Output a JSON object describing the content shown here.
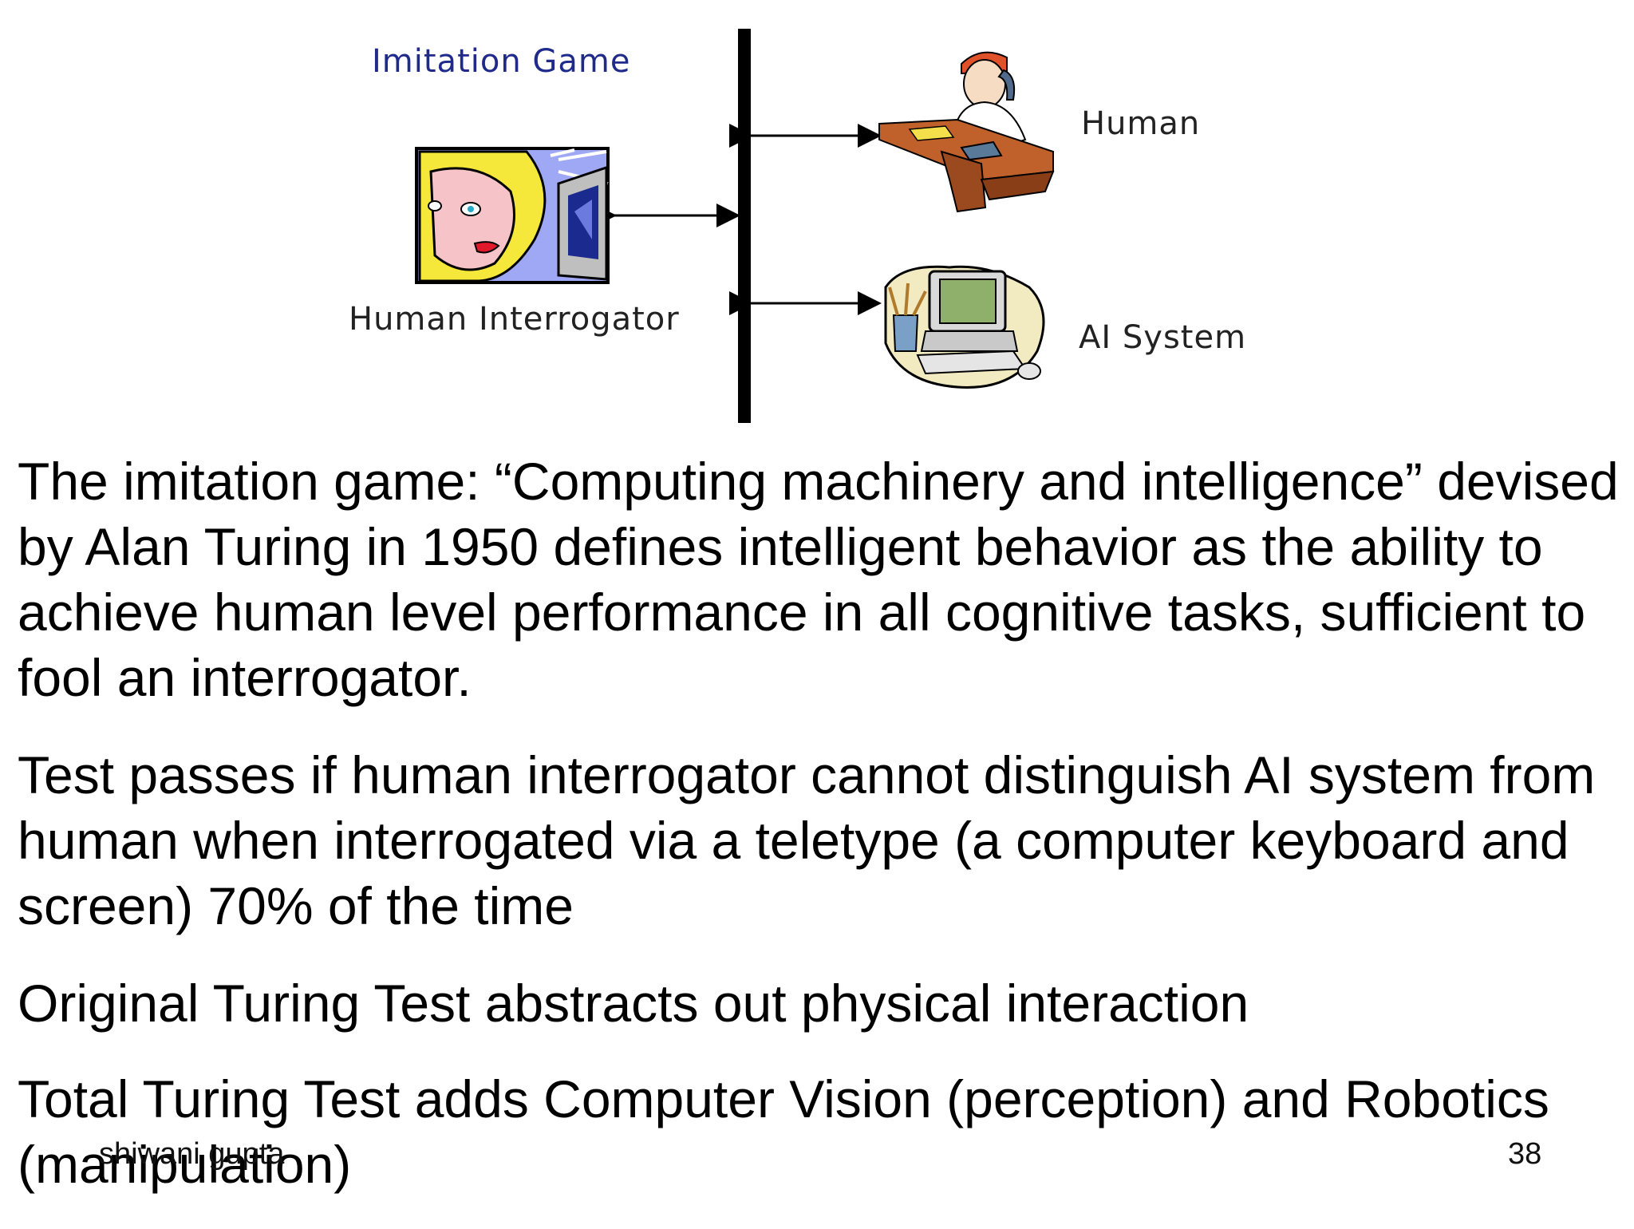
{
  "diagram": {
    "title": "Imitation Game",
    "interrogator_label": "Human Interrogator",
    "human_label": "Human",
    "ai_label": "AI System"
  },
  "paragraphs": [
    "The imitation game: “Computing machinery and intelligence” devised by Alan Turing in 1950 defines intelligent behavior as the ability to achieve human level performance in all cognitive tasks, sufficient to fool an interrogator.",
    "Test passes if human interrogator cannot distinguish AI system from human when interrogated via a teletype (a computer keyboard and screen) 70% of the time",
    "Original Turing Test abstracts out physical interaction",
    "Total Turing Test adds Computer Vision (perception) and Robotics (manipulation)"
  ],
  "footer": {
    "author": "shiwani gupta",
    "page_number": "38"
  }
}
